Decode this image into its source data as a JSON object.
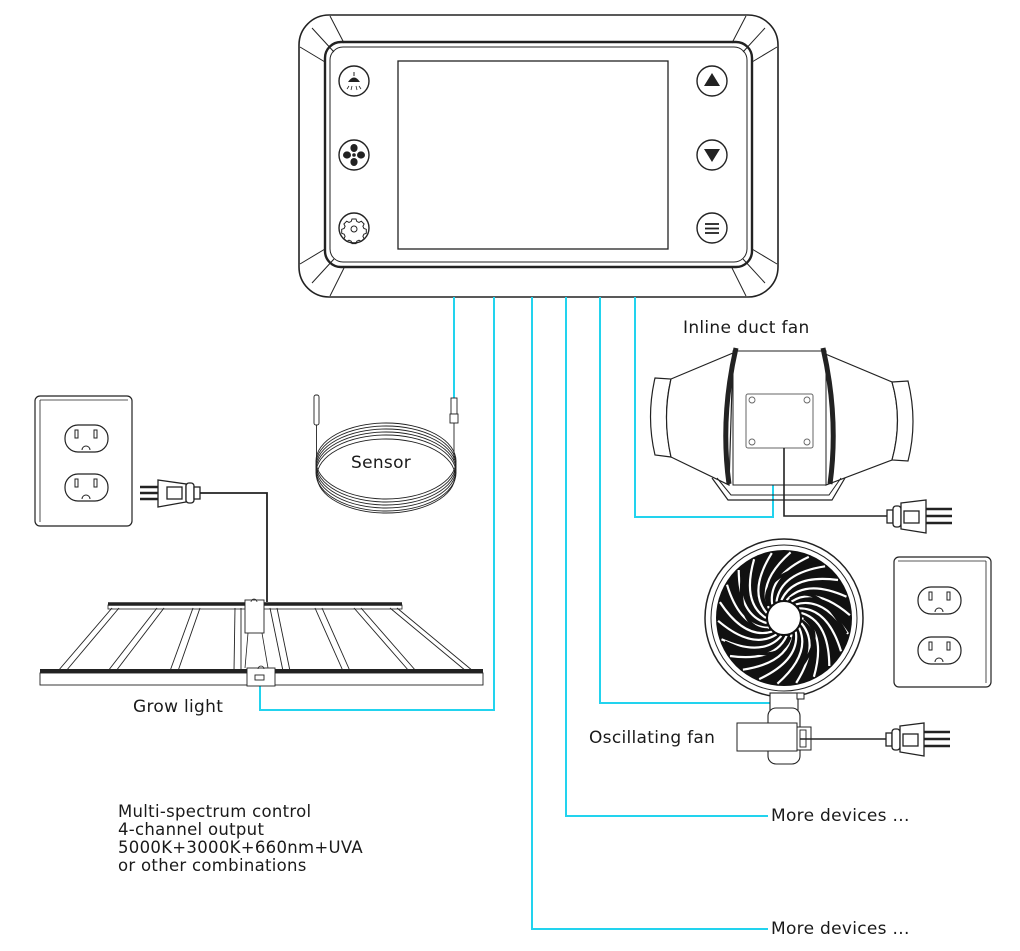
{
  "title": "Controller connection diagram",
  "colors": {
    "signal_cable": "#22d3ee",
    "power_cable": "#111111",
    "outline": "#222222"
  },
  "controller": {
    "left_buttons": [
      {
        "icon": "grow-light-icon",
        "label": "Light"
      },
      {
        "icon": "fan-icon",
        "label": "Fan"
      },
      {
        "icon": "gear-icon",
        "label": "Settings"
      }
    ],
    "right_buttons": [
      {
        "icon": "triangle-up-icon",
        "label": "Up"
      },
      {
        "icon": "triangle-down-icon",
        "label": "Down"
      },
      {
        "icon": "menu-icon",
        "label": "Menu"
      }
    ]
  },
  "labels": {
    "inline_duct_fan": "Inline duct fan",
    "sensor": "Sensor",
    "grow_light": "Grow light",
    "oscillating_fan": "Oscillating fan",
    "more_devices_1": "More devices ...",
    "more_devices_2": "More devices ..."
  },
  "notes": [
    "Multi-spectrum control",
    "4-channel output",
    "5000K+3000K+660nm+UVA",
    "or other combinations"
  ]
}
